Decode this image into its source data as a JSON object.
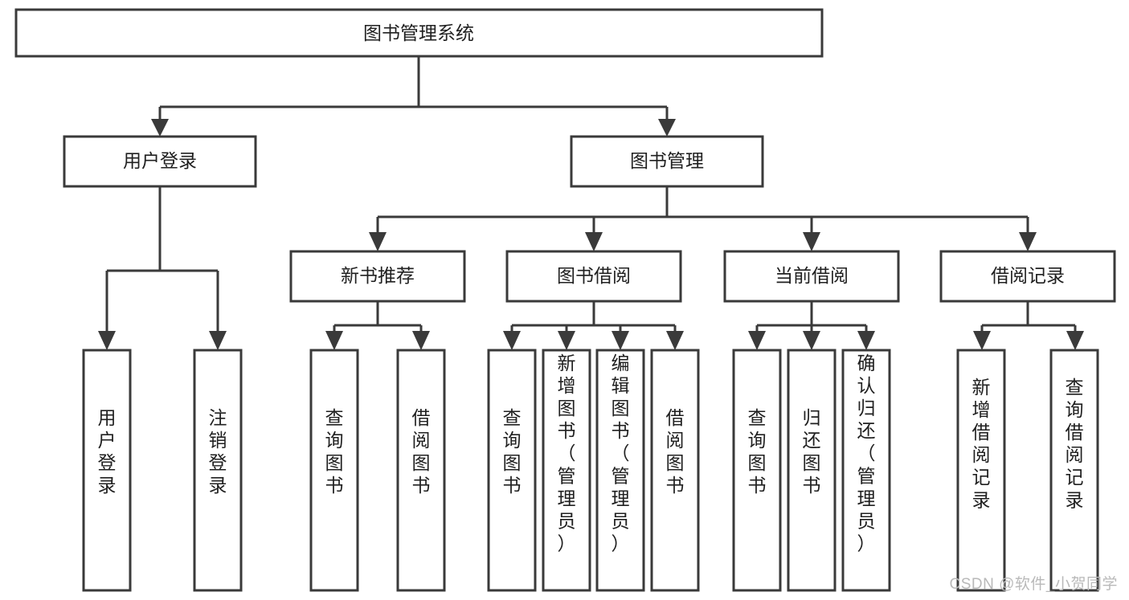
{
  "diagram": {
    "type": "tree-hierarchy-flowchart",
    "title": "图书管理系统",
    "orientation": "top-down",
    "levels": 4,
    "nodes": {
      "root": {
        "label": "图书管理系统",
        "level": 1
      },
      "level2": [
        {
          "id": "user-login",
          "label": "用户登录"
        },
        {
          "id": "book-management",
          "label": "图书管理"
        }
      ],
      "level3": [
        {
          "id": "new-book-recommend",
          "label": "新书推荐",
          "parent": "book-management"
        },
        {
          "id": "book-borrow",
          "label": "图书借阅",
          "parent": "book-management"
        },
        {
          "id": "current-borrow",
          "label": "当前借阅",
          "parent": "book-management"
        },
        {
          "id": "borrow-record",
          "label": "借阅记录",
          "parent": "book-management"
        }
      ],
      "level4": [
        {
          "id": "leaf-user-login",
          "label": "用户登录",
          "parent": "user-login"
        },
        {
          "id": "leaf-logout-login",
          "label": "注销登录",
          "parent": "user-login"
        },
        {
          "id": "leaf-query-book-1",
          "label": "查询图书",
          "parent": "new-book-recommend"
        },
        {
          "id": "leaf-borrow-book-1",
          "label": "借阅图书",
          "parent": "new-book-recommend"
        },
        {
          "id": "leaf-query-book-2",
          "label": "查询图书",
          "parent": "book-borrow"
        },
        {
          "id": "leaf-add-book",
          "label": "新增图书（管理员）",
          "parent": "book-borrow"
        },
        {
          "id": "leaf-edit-book",
          "label": "编辑图书（管理员）",
          "parent": "book-borrow"
        },
        {
          "id": "leaf-borrow-book-2",
          "label": "借阅图书",
          "parent": "book-borrow"
        },
        {
          "id": "leaf-query-book-3",
          "label": "查询图书",
          "parent": "current-borrow"
        },
        {
          "id": "leaf-return-book",
          "label": "归还图书",
          "parent": "current-borrow"
        },
        {
          "id": "leaf-confirm-return",
          "label": "确认归还（管理员）",
          "parent": "current-borrow"
        },
        {
          "id": "leaf-add-record",
          "label": "新增借阅记录",
          "parent": "borrow-record"
        },
        {
          "id": "leaf-query-record",
          "label": "查询借阅记录",
          "parent": "borrow-record"
        }
      ]
    },
    "colors": {
      "box_stroke": "#3a3a3a",
      "box_fill": "#ffffff",
      "text": "#202020",
      "connector": "#3a3a3a",
      "watermark": "#b9b9b9",
      "background": "#ffffff"
    }
  },
  "watermark": {
    "text": "CSDN @软件_小贺同学"
  }
}
